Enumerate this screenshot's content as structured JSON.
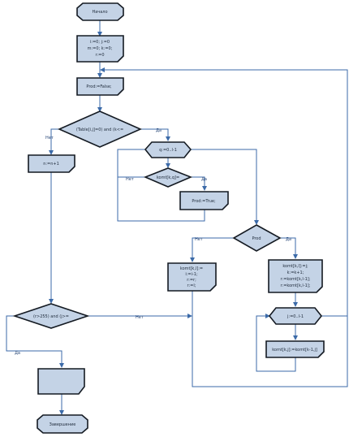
{
  "diagram": {
    "nodes": {
      "start": "Начало",
      "init_vars": [
        "i:=0; j:=0",
        "m:=0; k:=0;",
        "r:=0"
      ],
      "prod_false": "Prod:=False;",
      "cond_table": "(Table[i,j]=0) and (k<=",
      "n_inc": "n:=n+1",
      "loop_k": "q:=0..l-1",
      "cond_komt": "komt[k,q]=",
      "prod_true": "Prod:=True;",
      "cond_prod": "Prod",
      "komt_left": [
        "komt[k,l]:=",
        "i:=i-1;",
        "r:=r;",
        "r:=l;"
      ],
      "komt_right": [
        "komt[k,l]:=j;",
        "k:=k+1;",
        "r:=komt[k,l-1];",
        "r:=komt[k,l-1];"
      ],
      "cond_end": "(r>255) and (j>=",
      "loop_l": "j:=0..l-1",
      "komt_assign": "komt[k,j]:=komt[k-1,j]",
      "output": "",
      "end": "Завершение"
    },
    "edges": {
      "no": "Нет",
      "yes": "Да"
    }
  },
  "colors": {
    "node_fill": "#c4d3e6",
    "node_stroke": "#141a22",
    "connector": "#3b6aa8"
  }
}
